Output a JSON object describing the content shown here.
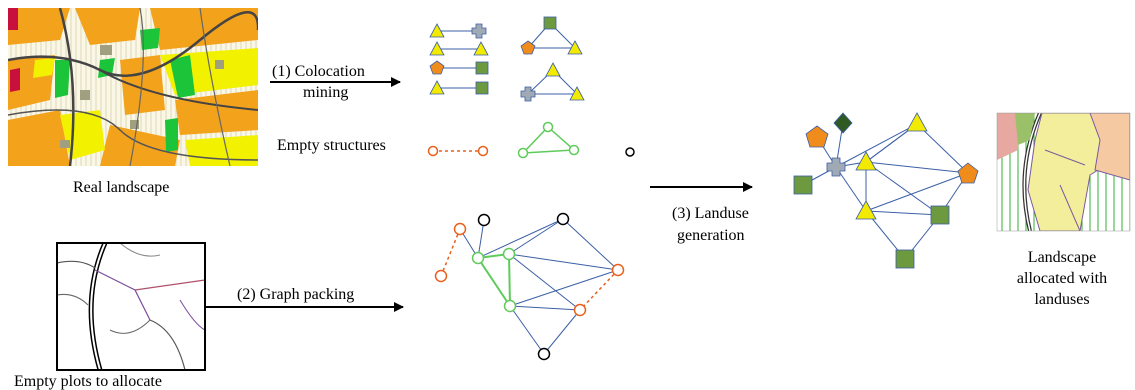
{
  "labels": {
    "real_landscape": "Real landscape",
    "colocation_line1": "(1) Colocation",
    "colocation_line2": "mining",
    "empty_structures": "Empty structures",
    "graph_packing": "(2) Graph packing",
    "empty_plots": "Empty plots to allocate",
    "landuse_line1": "(3) Landuse",
    "landuse_line2": "generation",
    "allocated_line1": "Landscape",
    "allocated_line2": "allocated with",
    "allocated_line3": "landuses"
  },
  "colors": {
    "yellow": "#f2ea00",
    "green_square": "#6e9a3f",
    "orange": "#f08c1c",
    "grey_cross": "#a0aab4",
    "dark_diamond": "#2f5a22",
    "edge_blue": "#3b5fa6",
    "empty_orange": "#e8601c",
    "empty_green": "#5ecb5a",
    "landscape_orange": "#f3a21c",
    "landscape_yellow": "#f2f200",
    "landscape_green": "#1cc43a"
  }
}
